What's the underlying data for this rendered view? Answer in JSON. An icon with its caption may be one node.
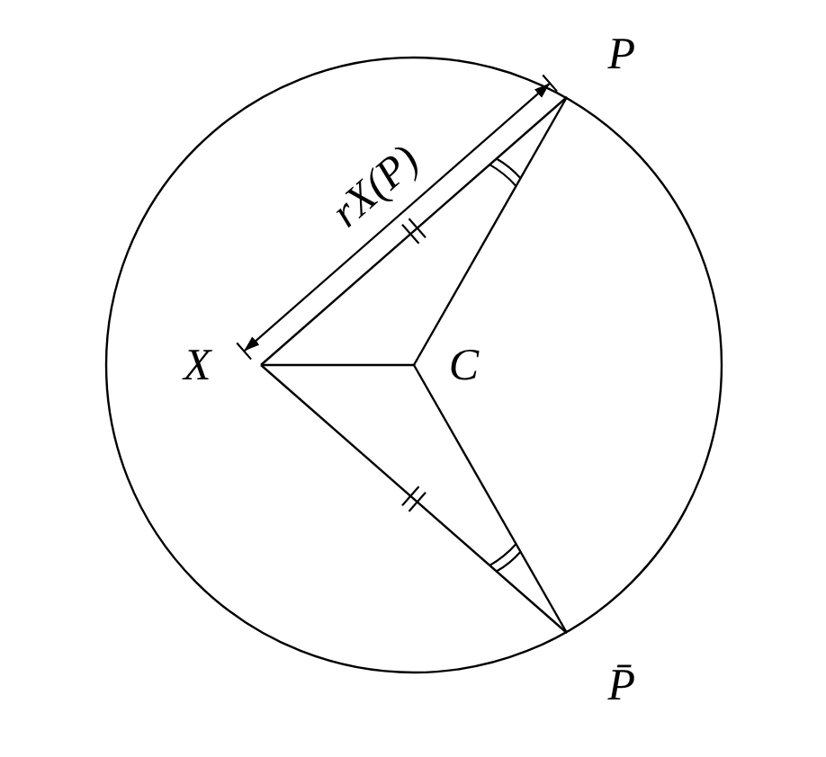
{
  "diagram": {
    "nodes": [
      {
        "text": [
          "P"
        ]
      },
      {
        "text": [
          "X"
        ]
      },
      {
        "text": [
          "C"
        ]
      },
      {
        "text": [
          "P̄"
        ]
      }
    ],
    "edges": [
      {
        "from": 1,
        "to": 0,
        "arrow": "none"
      },
      {
        "from": 1,
        "to": 2,
        "arrow": "none"
      },
      {
        "from": 2,
        "to": 0,
        "arrow": "none"
      },
      {
        "from": 1,
        "to": 3,
        "arrow": "none"
      },
      {
        "from": 2,
        "to": 3,
        "arrow": "none"
      }
    ],
    "labels": [
      "rX(P)"
    ]
  }
}
